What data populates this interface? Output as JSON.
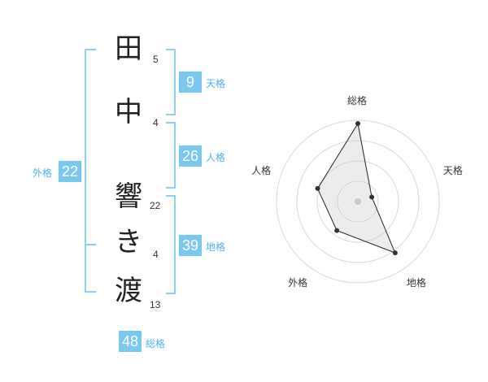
{
  "name": {
    "chars": [
      {
        "char": "田",
        "strokes": "5"
      },
      {
        "char": "中",
        "strokes": "4"
      },
      {
        "char": "響",
        "strokes": "22"
      },
      {
        "char": "き",
        "strokes": "4"
      },
      {
        "char": "渡",
        "strokes": "13"
      }
    ]
  },
  "fortune": {
    "tenkaku": {
      "value": "9",
      "label": "天格"
    },
    "jinkaku": {
      "value": "26",
      "label": "人格"
    },
    "chikaku": {
      "value": "39",
      "label": "地格"
    },
    "gaikaku": {
      "value": "22",
      "label": "外格"
    },
    "soukaku": {
      "value": "48",
      "label": "総格"
    }
  },
  "colors": {
    "accent": "#79c8f0",
    "bracket": "#8fd0f2",
    "label": "#4db3e8"
  },
  "chart_data": {
    "type": "radar",
    "axes": [
      "総格",
      "天格",
      "地格",
      "外格",
      "人格"
    ],
    "values": [
      48,
      9,
      39,
      22,
      26
    ],
    "rmax": 50,
    "rings": 4
  }
}
